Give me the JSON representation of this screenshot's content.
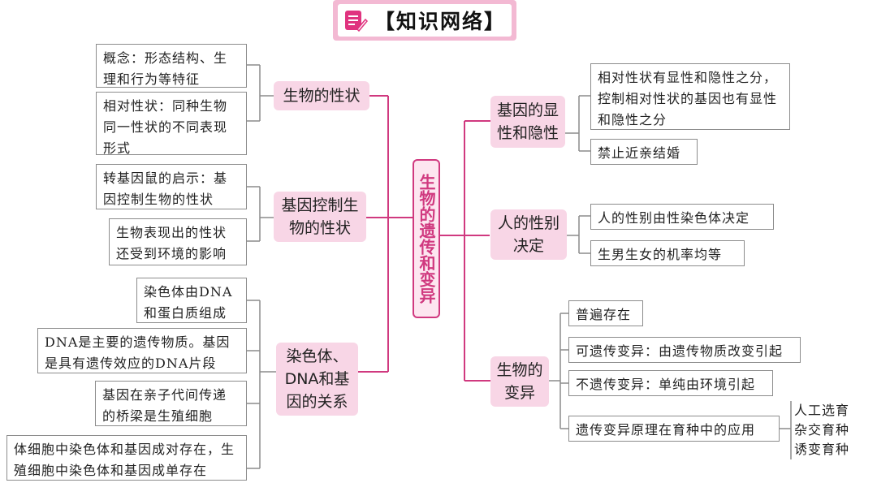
{
  "title": "【知识网络】",
  "center": "生物的遗传和变异",
  "left": [
    {
      "topic": "生物的性状",
      "items": [
        "概念：形态结构、生理和行为等特征",
        "相对性状：同种生物同一性状的不同表现形式"
      ]
    },
    {
      "topic": "基因控制生物的性状",
      "items": [
        "转基因鼠的启示：基因控制生物的性状",
        "生物表现出的性状还受到环境的影响"
      ]
    },
    {
      "topic": "染色体、DNA和基因的关系",
      "items": [
        "染色体由DNA和蛋白质组成",
        "DNA是主要的遗传物质。基因是具有遗传效应的DNA片段",
        "基因在亲子代间传递的桥梁是生殖细胞",
        "体细胞中染色体和基因成对存在，生殖细胞中染色体和基因成单存在"
      ]
    }
  ],
  "right": [
    {
      "topic": "基因的显性和隐性",
      "items": [
        "相对性状有显性和隐性之分，控制相对性状的基因也有显性和隐性之分",
        "禁止近亲结婚"
      ]
    },
    {
      "topic": "人的性别决定",
      "items": [
        "人的性别由性染色体决定",
        "生男生女的机率均等"
      ]
    },
    {
      "topic": "生物的变异",
      "items": [
        "普遍存在",
        "可遗传变异：由遗传物质改变引起",
        "不遗传变异：单纯由环境引起",
        "遗传变异原理在育种中的应用"
      ],
      "sub": [
        "人工选育",
        "杂交育种",
        "诱变育种"
      ]
    }
  ]
}
